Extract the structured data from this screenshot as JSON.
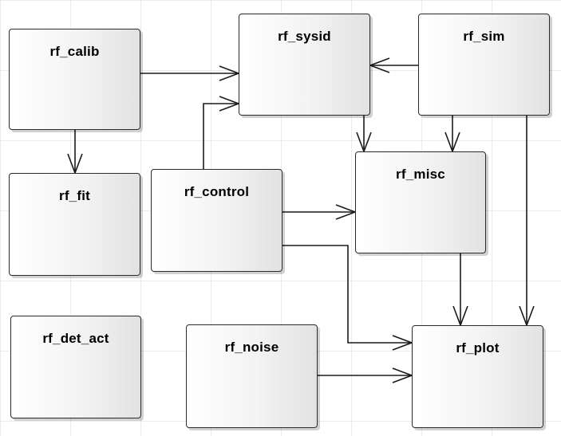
{
  "diagram": {
    "nodes": {
      "rf_calib": "rf_calib",
      "rf_sysid": "rf_sysid",
      "rf_sim": "rf_sim",
      "rf_fit": "rf_fit",
      "rf_control": "rf_control",
      "rf_misc": "rf_misc",
      "rf_det_act": "rf_det_act",
      "rf_noise": "rf_noise",
      "rf_plot": "rf_plot"
    },
    "edges": [
      {
        "from": "rf_calib",
        "to": "rf_sysid"
      },
      {
        "from": "rf_calib",
        "to": "rf_fit"
      },
      {
        "from": "rf_sim",
        "to": "rf_sysid"
      },
      {
        "from": "rf_sim",
        "to": "rf_misc"
      },
      {
        "from": "rf_sim",
        "to": "rf_plot"
      },
      {
        "from": "rf_sysid",
        "to": "rf_misc"
      },
      {
        "from": "rf_control",
        "to": "rf_sysid"
      },
      {
        "from": "rf_control",
        "to": "rf_misc"
      },
      {
        "from": "rf_control",
        "to": "rf_plot"
      },
      {
        "from": "rf_misc",
        "to": "rf_plot"
      },
      {
        "from": "rf_noise",
        "to": "rf_plot"
      }
    ],
    "colors": {
      "line": "#1a1a1a",
      "border": "#2b2b2b",
      "grid": "#ececec"
    }
  }
}
